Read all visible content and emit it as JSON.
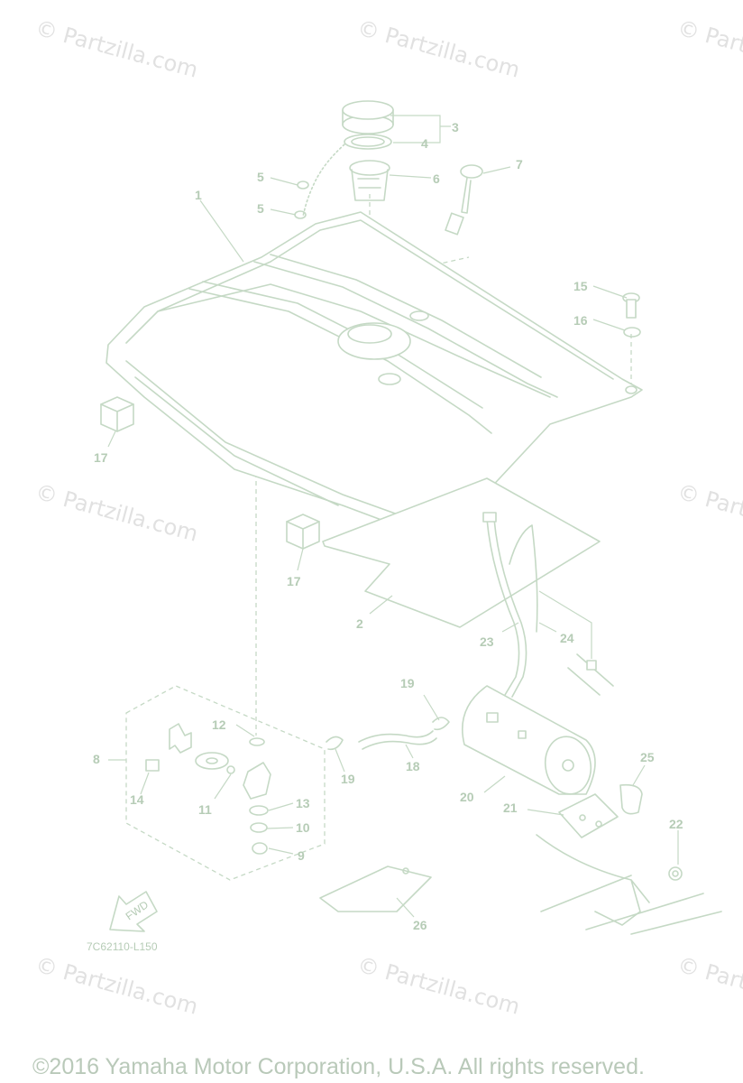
{
  "watermark": "© Partzilla.com",
  "diagram_code": "7C62110-L150",
  "fwd_label": "FWD",
  "copyright": "©2016  Yamaha Motor Corporation, U.S.A. All rights reserved.",
  "callouts": [
    "1",
    "2",
    "3",
    "4",
    "5",
    "5",
    "6",
    "7",
    "8",
    "9",
    "10",
    "11",
    "12",
    "13",
    "14",
    "15",
    "16",
    "17",
    "17",
    "18",
    "19",
    "19",
    "20",
    "21",
    "22",
    "23",
    "24",
    "25",
    "26"
  ],
  "colors": {
    "line": "#c5d9c5",
    "label": "#b6ccb6",
    "watermark": "#e1e1e1"
  }
}
